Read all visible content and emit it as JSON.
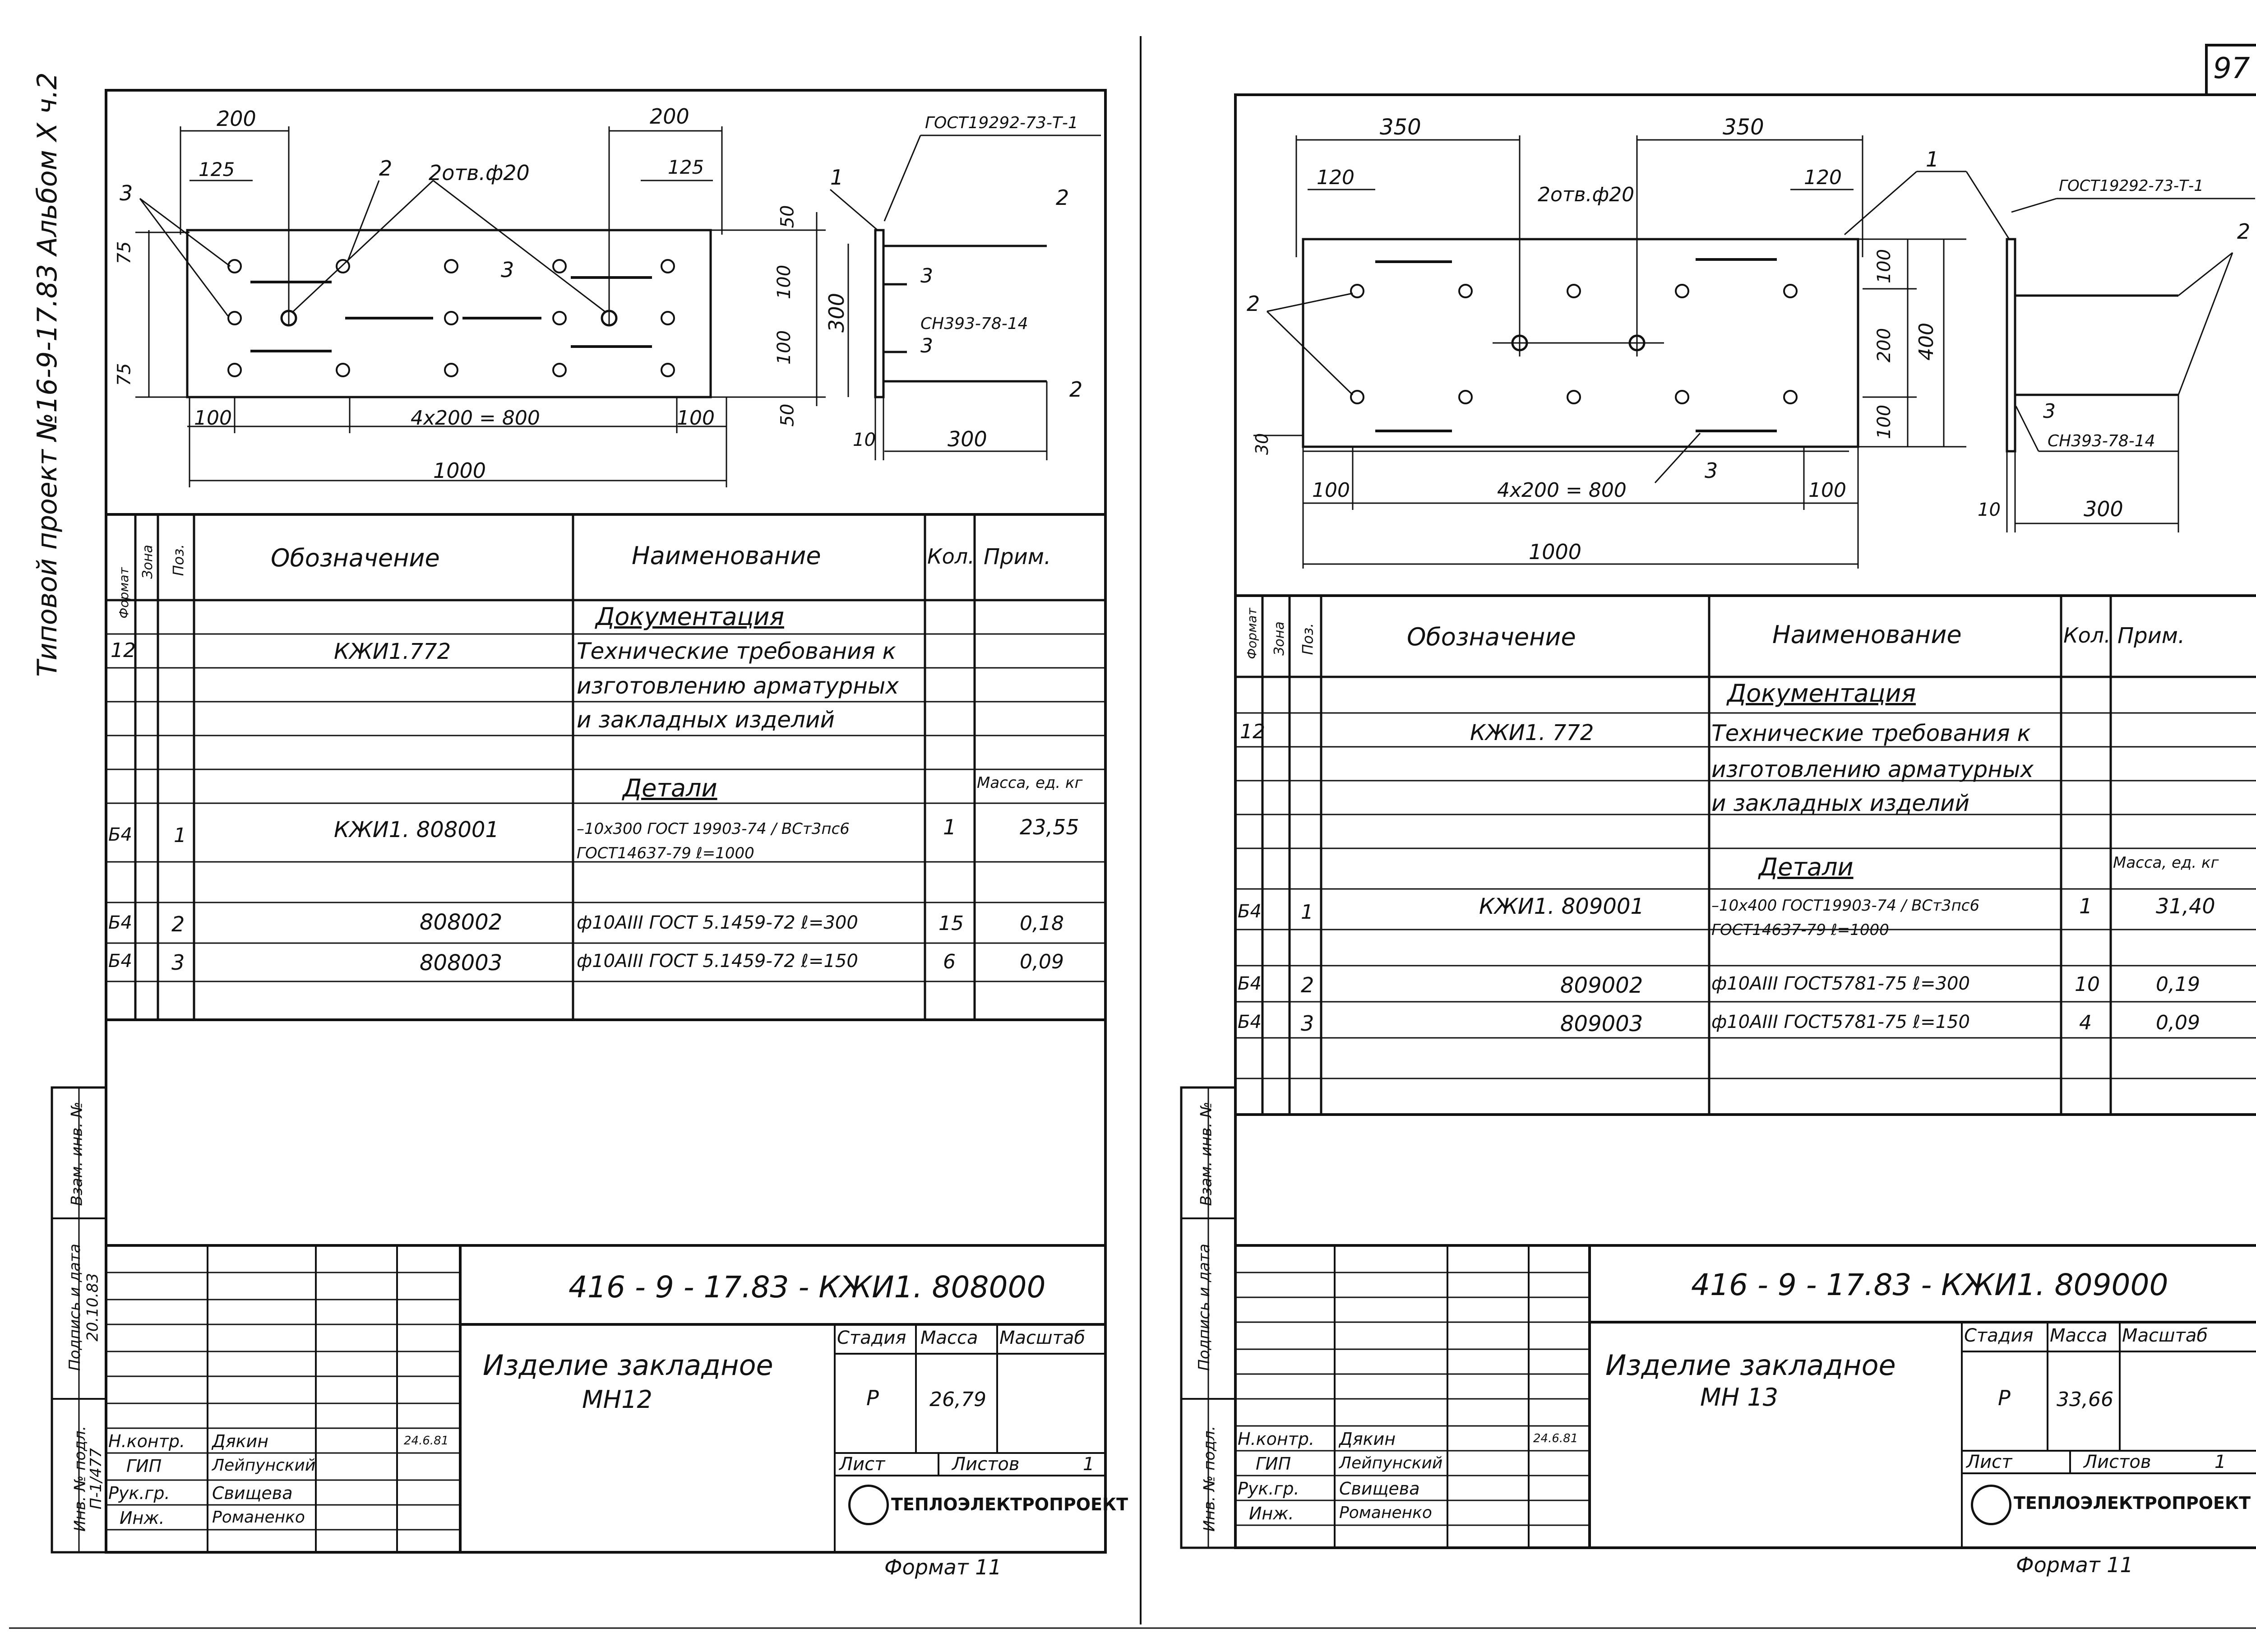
{
  "page_number": "97",
  "side_caption": "Типовой проект №16-9-17.83 Альбом X ч.2",
  "side_margin_labels": {
    "zam": "Взам. инв. №",
    "sign": "Подпись и дата",
    "inv": "Инв. № подл.",
    "inv_value": "П-1/477",
    "sign_value": "20.10.83"
  },
  "left": {
    "drawing": {
      "dims": [
        "200",
        "125",
        "200",
        "125",
        "75",
        "75",
        "50",
        "100",
        "100",
        "50",
        "300",
        "100",
        "4х200 = 800",
        "100",
        "1000",
        "10",
        "300"
      ],
      "callouts": [
        "3",
        "2",
        "2отв.ф20",
        "3",
        "1",
        "2",
        "3",
        "3",
        "2"
      ],
      "std_plate": "ГОСТ19292-73-Т-1",
      "std_weld": "СН393-78-14"
    },
    "spec": {
      "headers": {
        "format": "Формат",
        "zone": "Зона",
        "pos": "Поз.",
        "designation": "Обозначение",
        "name": "Наименование",
        "qty": "Кол.",
        "note": "Прим."
      },
      "rows": [
        {
          "format": "",
          "pos": "",
          "designation": "",
          "name": "Документация",
          "qty": "",
          "note": "",
          "section": true
        },
        {
          "format": "12",
          "pos": "",
          "designation": "КЖИ1.772",
          "name": "Технические требования к",
          "qty": "",
          "note": ""
        },
        {
          "format": "",
          "pos": "",
          "designation": "",
          "name": "изготовлению арматурных",
          "qty": "",
          "note": ""
        },
        {
          "format": "",
          "pos": "",
          "designation": "",
          "name": "и закладных изделий",
          "qty": "",
          "note": ""
        },
        {
          "format": "",
          "pos": "",
          "designation": "",
          "name": "",
          "qty": "",
          "note": ""
        },
        {
          "format": "",
          "pos": "",
          "designation": "",
          "name": "Детали",
          "qty": "",
          "note": "Масса, ед. кг",
          "section": true
        },
        {
          "format": "Б4",
          "pos": "1",
          "designation": "КЖИ1. 808001",
          "name": "–10х300 ГОСТ 19903-74 / ВСт3пс6 ГОСТ14637-79  ℓ=1000",
          "qty": "1",
          "note": "23,55"
        },
        {
          "format": "Б4",
          "pos": "2",
          "designation": "808002",
          "name": "ф10АIII ГОСТ 5.1459-72  ℓ=300",
          "qty": "15",
          "note": "0,18"
        },
        {
          "format": "Б4",
          "pos": "3",
          "designation": "808003",
          "name": "ф10АIII ГОСТ 5.1459-72  ℓ=150",
          "qty": "6",
          "note": "0,09"
        }
      ]
    },
    "title_block": {
      "code": "416 - 9 - 17.83 - КЖИ1. 808000",
      "product": "Изделие закладное",
      "product_mark": "МН12",
      "stage_h": "Стадия",
      "mass_h": "Масса",
      "scale_h": "Масштаб",
      "stage": "Р",
      "mass": "26,79",
      "sheet_h": "Лист",
      "sheets_h": "Листов",
      "sheets": "1",
      "org": "ТЕПЛОЭЛЕКТРОПРОЕКТ",
      "people": [
        {
          "role": "Н.контр.",
          "name": "Дякин",
          "date": "24.6.81"
        },
        {
          "role": "ГИП",
          "name": "Лейпунский"
        },
        {
          "role": "Рук.гр.",
          "name": "Свищева"
        },
        {
          "role": "Инж.",
          "name": "Романенко"
        }
      ]
    },
    "format_label": "Формат 11"
  },
  "right": {
    "drawing": {
      "dims": [
        "350",
        "350",
        "120",
        "120",
        "100",
        "200",
        "100",
        "400",
        "30",
        "100",
        "4х200 = 800",
        "100",
        "1000",
        "10",
        "300"
      ],
      "callouts": [
        "1",
        "2отв.ф20",
        "2",
        "3",
        "2",
        "3"
      ],
      "std_plate": "ГОСТ19292-73-Т-1",
      "std_weld": "СН393-78-14"
    },
    "spec": {
      "headers": {
        "format": "Формат",
        "zone": "Зона",
        "pos": "Поз.",
        "designation": "Обозначение",
        "name": "Наименование",
        "qty": "Кол.",
        "note": "Прим."
      },
      "rows": [
        {
          "format": "",
          "pos": "",
          "designation": "",
          "name": "Документация",
          "qty": "",
          "note": "",
          "section": true
        },
        {
          "format": "12",
          "pos": "",
          "designation": "КЖИ1. 772",
          "name": "Технические требования к",
          "qty": "",
          "note": ""
        },
        {
          "format": "",
          "pos": "",
          "designation": "",
          "name": "изготовлению арматурных",
          "qty": "",
          "note": ""
        },
        {
          "format": "",
          "pos": "",
          "designation": "",
          "name": "и закладных изделий",
          "qty": "",
          "note": ""
        },
        {
          "format": "",
          "pos": "",
          "designation": "",
          "name": "",
          "qty": "",
          "note": ""
        },
        {
          "format": "",
          "pos": "",
          "designation": "",
          "name": "Детали",
          "qty": "",
          "note": "Масса, ед. кг",
          "section": true
        },
        {
          "format": "Б4",
          "pos": "1",
          "designation": "КЖИ1. 809001",
          "name": "–10х400 ГОСТ19903-74 / ВСт3пс6 ГОСТ14637-79  ℓ=1000",
          "qty": "1",
          "note": "31,40"
        },
        {
          "format": "Б4",
          "pos": "2",
          "designation": "809002",
          "name": "ф10АIII ГОСТ5781-75  ℓ=300",
          "qty": "10",
          "note": "0,19"
        },
        {
          "format": "Б4",
          "pos": "3",
          "designation": "809003",
          "name": "ф10АIII ГОСТ5781-75  ℓ=150",
          "qty": "4",
          "note": "0,09"
        }
      ]
    },
    "title_block": {
      "code": "416 - 9 - 17.83 - КЖИ1. 809000",
      "product": "Изделие закладное",
      "product_mark": "МН 13",
      "stage_h": "Стадия",
      "mass_h": "Масса",
      "scale_h": "Масштаб",
      "stage": "Р",
      "mass": "33,66",
      "sheet_h": "Лист",
      "sheets_h": "Листов",
      "sheets": "1",
      "org": "ТЕПЛОЭЛЕКТРОПРОЕКТ",
      "people": [
        {
          "role": "Н.контр.",
          "name": "Дякин",
          "date": "24.6.81"
        },
        {
          "role": "ГИП",
          "name": "Лейпунский"
        },
        {
          "role": "Рук.гр.",
          "name": "Свищева"
        },
        {
          "role": "Инж.",
          "name": "Романенко"
        }
      ]
    },
    "format_label": "Формат 11"
  }
}
